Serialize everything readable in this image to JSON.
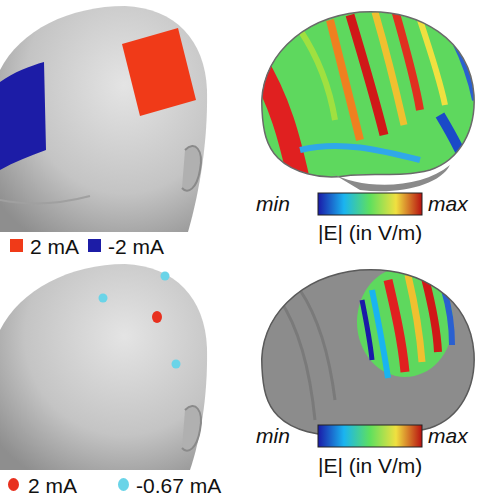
{
  "diagram": {
    "labels": [
      "min",
      "max",
      "|E| (in V/m)",
      "min",
      "max",
      "|E| (in V/m)"
    ],
    "legend": [
      {
        "text": "2 mA",
        "color": "#f03a18"
      },
      {
        "text": "-2 mA",
        "color": "#1c1ca6"
      },
      {
        "text": "2 mA",
        "color": "#e8301e"
      },
      {
        "text": "-0.67 mA",
        "color": "#6ad4e8"
      }
    ]
  }
}
